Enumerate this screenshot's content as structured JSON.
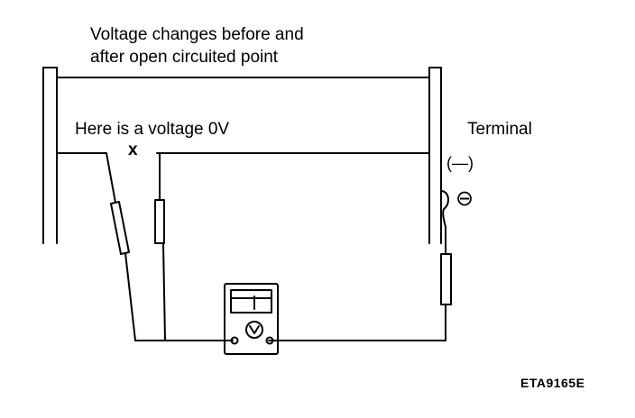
{
  "labels": {
    "title_line1": "Voltage changes before and",
    "title_line2": "after open circuited point",
    "voltage_note": "Here is a voltage 0V",
    "open_mark": "x",
    "terminal": "Terminal",
    "terminal_paren": "(—)",
    "ground_symbol": "⊖",
    "figure_code": "ETA9165E"
  }
}
